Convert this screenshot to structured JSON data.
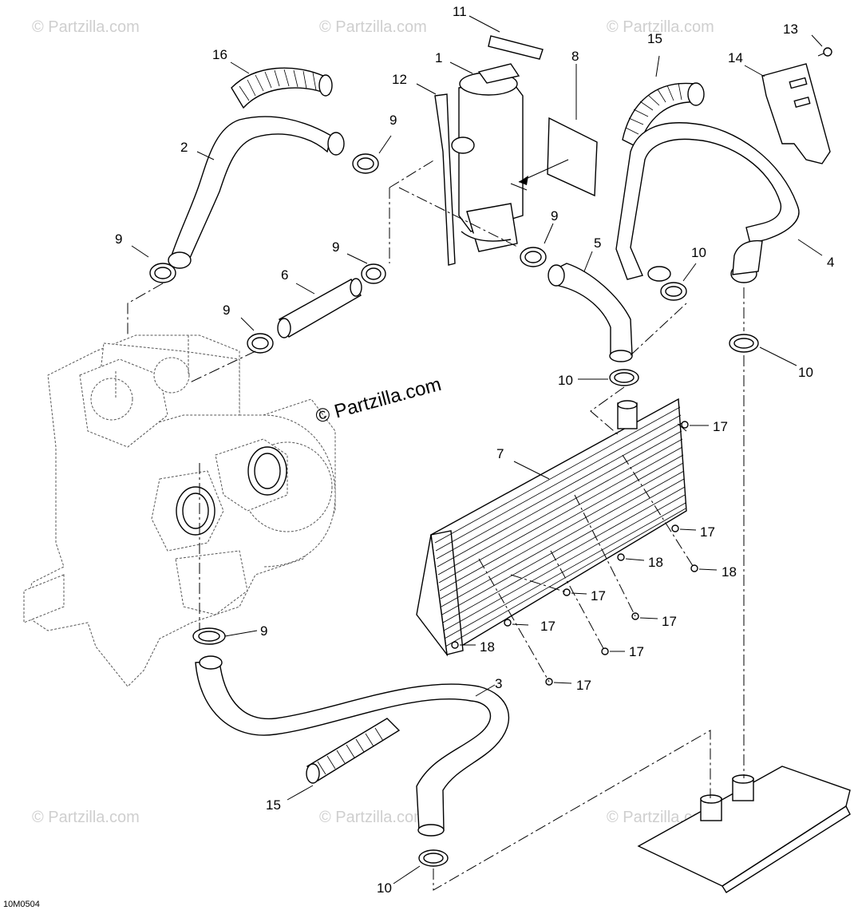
{
  "watermark_small": "© Partzilla.com",
  "watermark_main": "© Partzilla.com",
  "drawing_code": "10M0504",
  "callouts": [
    "1",
    "2",
    "3",
    "4",
    "5",
    "6",
    "7",
    "8",
    "9",
    "10",
    "11",
    "12",
    "13",
    "14",
    "15",
    "16",
    "17",
    "18"
  ]
}
